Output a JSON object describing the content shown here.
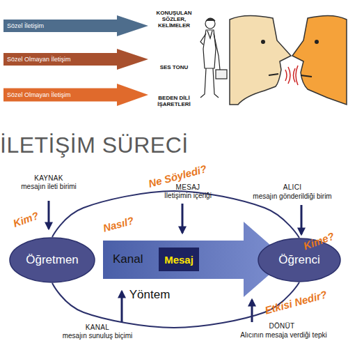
{
  "diagram": {
    "title": "İLETİŞİM SÜRECİ",
    "nodes": [
      {
        "text": [
          "Sözel İletişim"
        ]
      },
      {
        "text": [
          "Sözel Olmayan İletişim"
        ]
      },
      {
        "text": [
          "Sözel Olmayan İletişim"
        ]
      },
      {
        "text": [
          "Öğretmen"
        ]
      },
      {
        "text": [
          "Kanal"
        ]
      },
      {
        "text": [
          "Mesaj"
        ],
        "in": 4
      },
      {
        "text": [
          "Öğrenci"
        ]
      }
    ],
    "edges": [
      {
        "from": 3,
        "to": 6,
        "arrow": "none"
      },
      {
        "from": 3,
        "to": 6,
        "arrow": "none"
      }
    ],
    "labels": [
      "KONUŞULAN SÖZLER, KELİMELER",
      "SES TONU",
      "BEDEN DİLİ İŞARETLERİ",
      "KAYNAK",
      "mesajın ileti birimi",
      "Ne Söyledi?",
      "MESAJ",
      "İletişimin içeriği",
      "ALICI",
      "mesajın gönderildiği birim",
      "Kim?",
      "Nasıl?",
      "Kime?",
      "Yöntem",
      "Etkisi Nedir?",
      "KANAL",
      "mesajın sunuluş biçimi",
      "DÖNÜT",
      "Alıcının mesaja verdiği tepki"
    ]
  }
}
